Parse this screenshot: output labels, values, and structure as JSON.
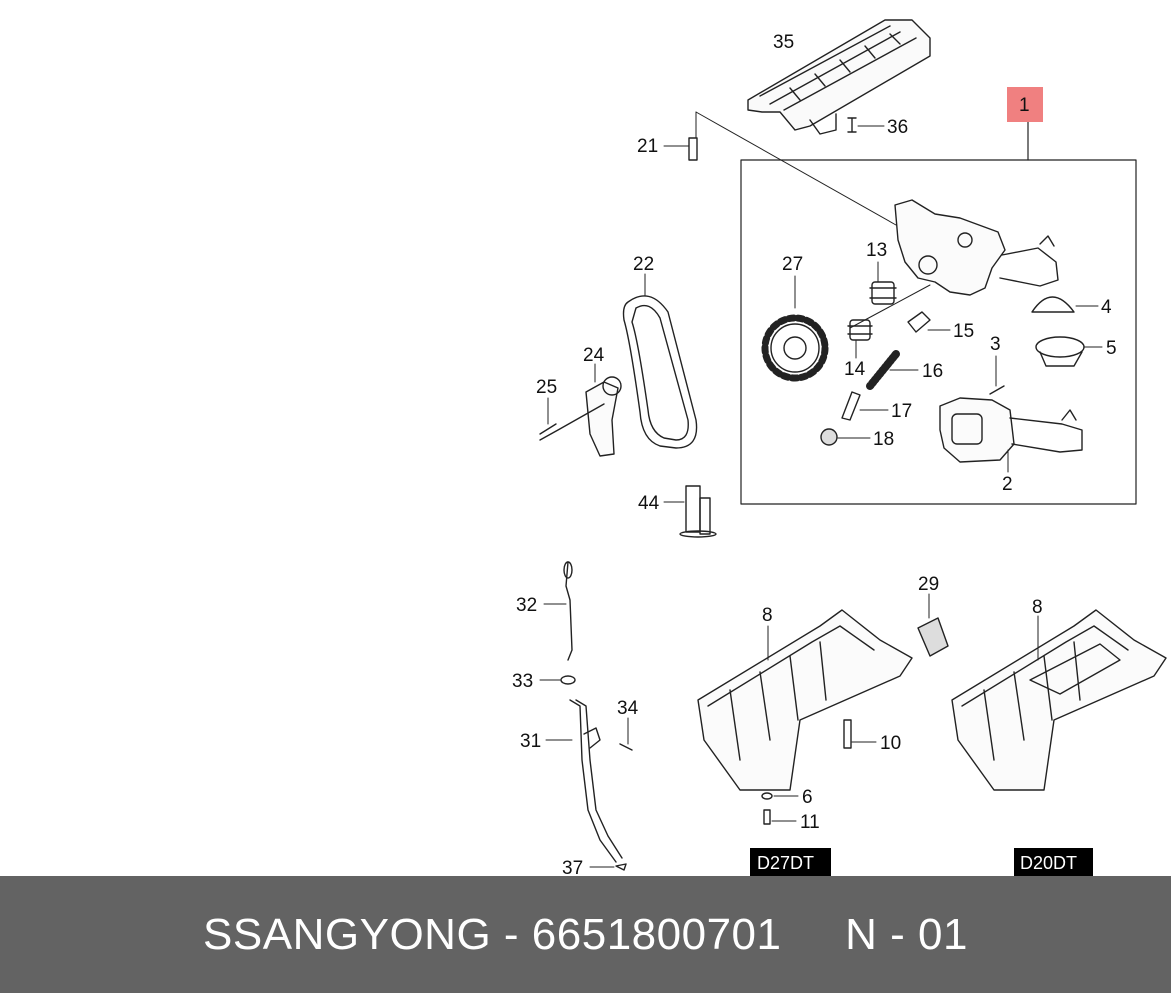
{
  "diagram": {
    "callouts": [
      "35",
      "36",
      "21",
      "1",
      "22",
      "13",
      "27",
      "4",
      "24",
      "25",
      "14",
      "15",
      "16",
      "5",
      "3",
      "17",
      "18",
      "2",
      "44",
      "32",
      "29",
      "8",
      "33",
      "34",
      "31",
      "10",
      "6",
      "11",
      "37"
    ],
    "variant_tags": [
      "D27DT",
      "D20DT"
    ]
  },
  "footer": {
    "brand": "SSANGYONG",
    "separator": " - ",
    "part_number": "6651800701",
    "gap": "     ",
    "sheet": "N - 01"
  },
  "colors": {
    "footer_bg": "#636363",
    "footer_text": "#ffffff",
    "highlight_callout": "#f08080",
    "tag_bg": "#000000"
  }
}
